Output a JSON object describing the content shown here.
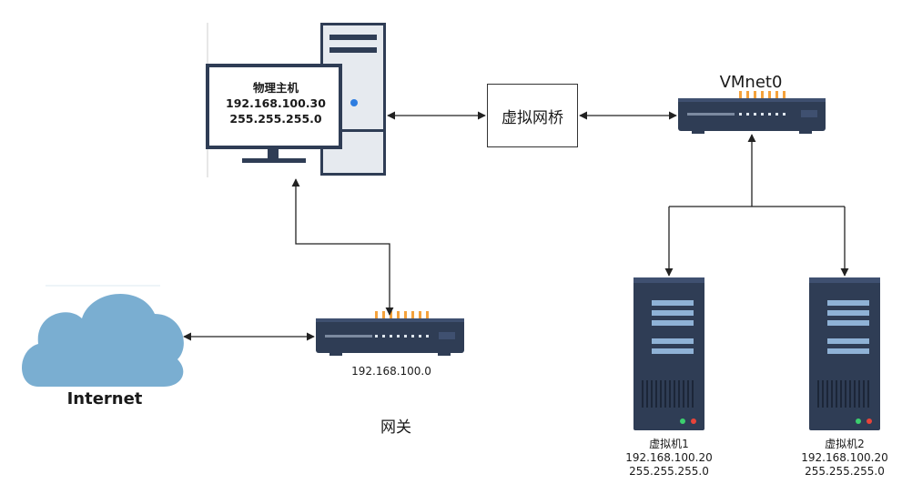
{
  "pc": {
    "title": "物理主机",
    "ip": "192.168.100.30",
    "mask": "255.255.255.0"
  },
  "bridge": {
    "label": "虚拟网桥"
  },
  "vmnet": {
    "label": "VMnet0"
  },
  "internet": {
    "label": "Internet"
  },
  "gateway": {
    "ip": "192.168.100.0",
    "label": "网关"
  },
  "vm1": {
    "name": "虚拟机1",
    "ip": "192.168.100.20",
    "mask": "255.255.255.0"
  },
  "vm2": {
    "name": "虚拟机2",
    "ip": "192.168.100.20",
    "mask": "255.255.255.0"
  },
  "colors": {
    "device": "#2f3d55",
    "screen_border": "#2f3d55",
    "cloud": "#7aaed1",
    "led_orange": "#f5a23c",
    "arrow": "#222222"
  }
}
